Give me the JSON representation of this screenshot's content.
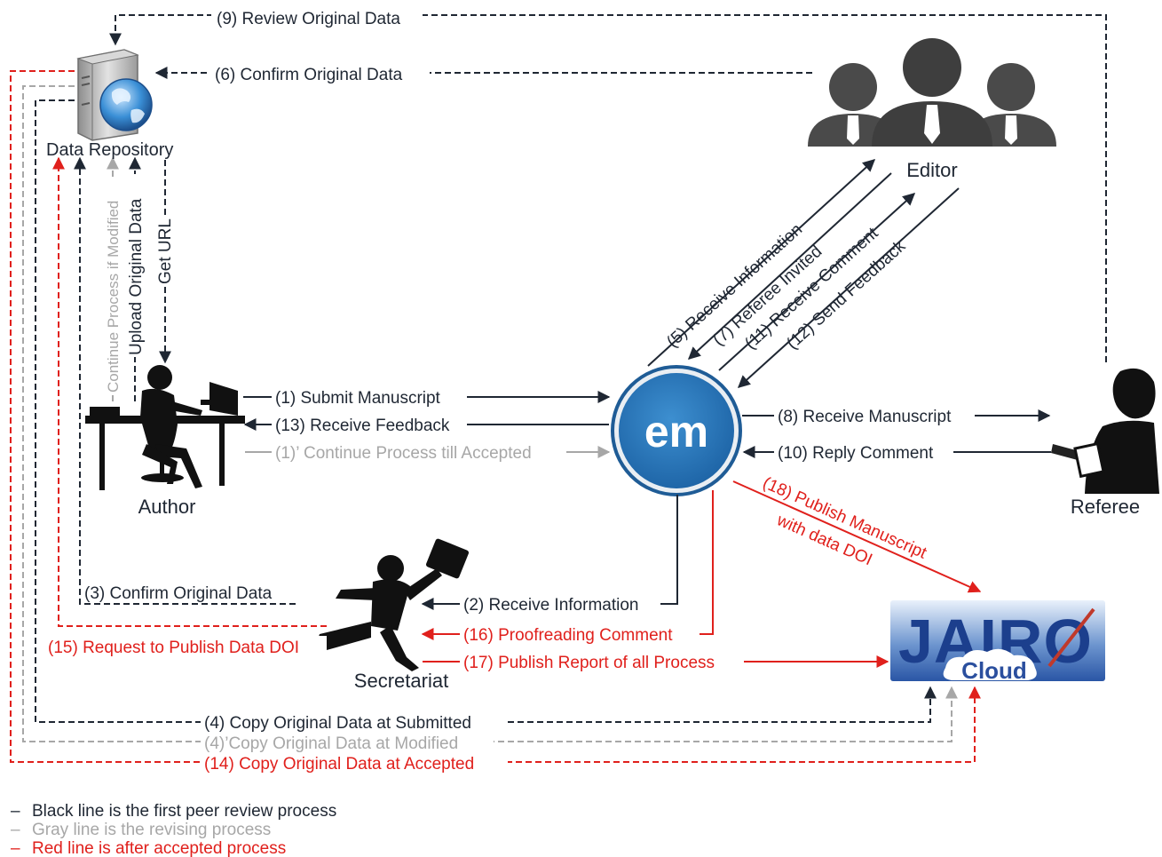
{
  "nodes": {
    "data_repository": "Data Repository",
    "editor": "Editor",
    "author": "Author",
    "referee": "Referee",
    "secretariat": "Secretariat",
    "em_logo": "em",
    "jairo_logo": "JAIRO",
    "jairo_cloud": "Cloud"
  },
  "flows": {
    "f9": "(9) Review Original Data",
    "f6": "(6) Confirm  Original Data",
    "f1": "(1) Submit  Manuscript",
    "f13": "(13) Receive Feedback",
    "f1p": "(1)’ Continue  Process till Accepted",
    "f8": "(8) Receive Manuscript",
    "f10": "(10) Reply Comment",
    "f3": "(3) Confirm  Original Data",
    "f2": "(2) Receive Information",
    "f16": "(16) Proofreading  Comment",
    "f15": "(15) Request to Publish Data DOI",
    "f17": "(17) Publish Report  of all Process",
    "f4": "(4) Copy  Original Data at Submitted",
    "f4p": "(4)’Copy Original Data at Modified",
    "f14": "(14) Copy Original Data at Accepted",
    "f5": "(5) Receive Information",
    "f7": "(7) Referee Invited",
    "f11": "(11) Receive Comment",
    "f12": "(12) Send Feedback",
    "f18a": "(18) Publish Manuscript",
    "f18b": "with data DOI",
    "v_continue": "Continue Process if Modified",
    "v_upload": "Upload Original Data",
    "v_geturl": "Get URL"
  },
  "legend": [
    {
      "dash": "–",
      "text": "Black line is the first peer review process",
      "color": "#1f2733"
    },
    {
      "dash": "–",
      "text": "Gray line is the revising process",
      "color": "#a7a7a7"
    },
    {
      "dash": "–",
      "text": "Red line is after accepted process",
      "color": "#e0201c"
    }
  ],
  "colors": {
    "black": "#1f2733",
    "gray": "#a7a7a7",
    "red": "#e0201c",
    "em_blue": "#2472b4",
    "jairo_blue": "#2b4f9e"
  },
  "icons": [
    "server-icon",
    "globe-icon",
    "editor-people-icon",
    "author-desk-icon",
    "referee-person-icon",
    "running-man-icon",
    "em-logo",
    "jairo-cloud-logo"
  ]
}
